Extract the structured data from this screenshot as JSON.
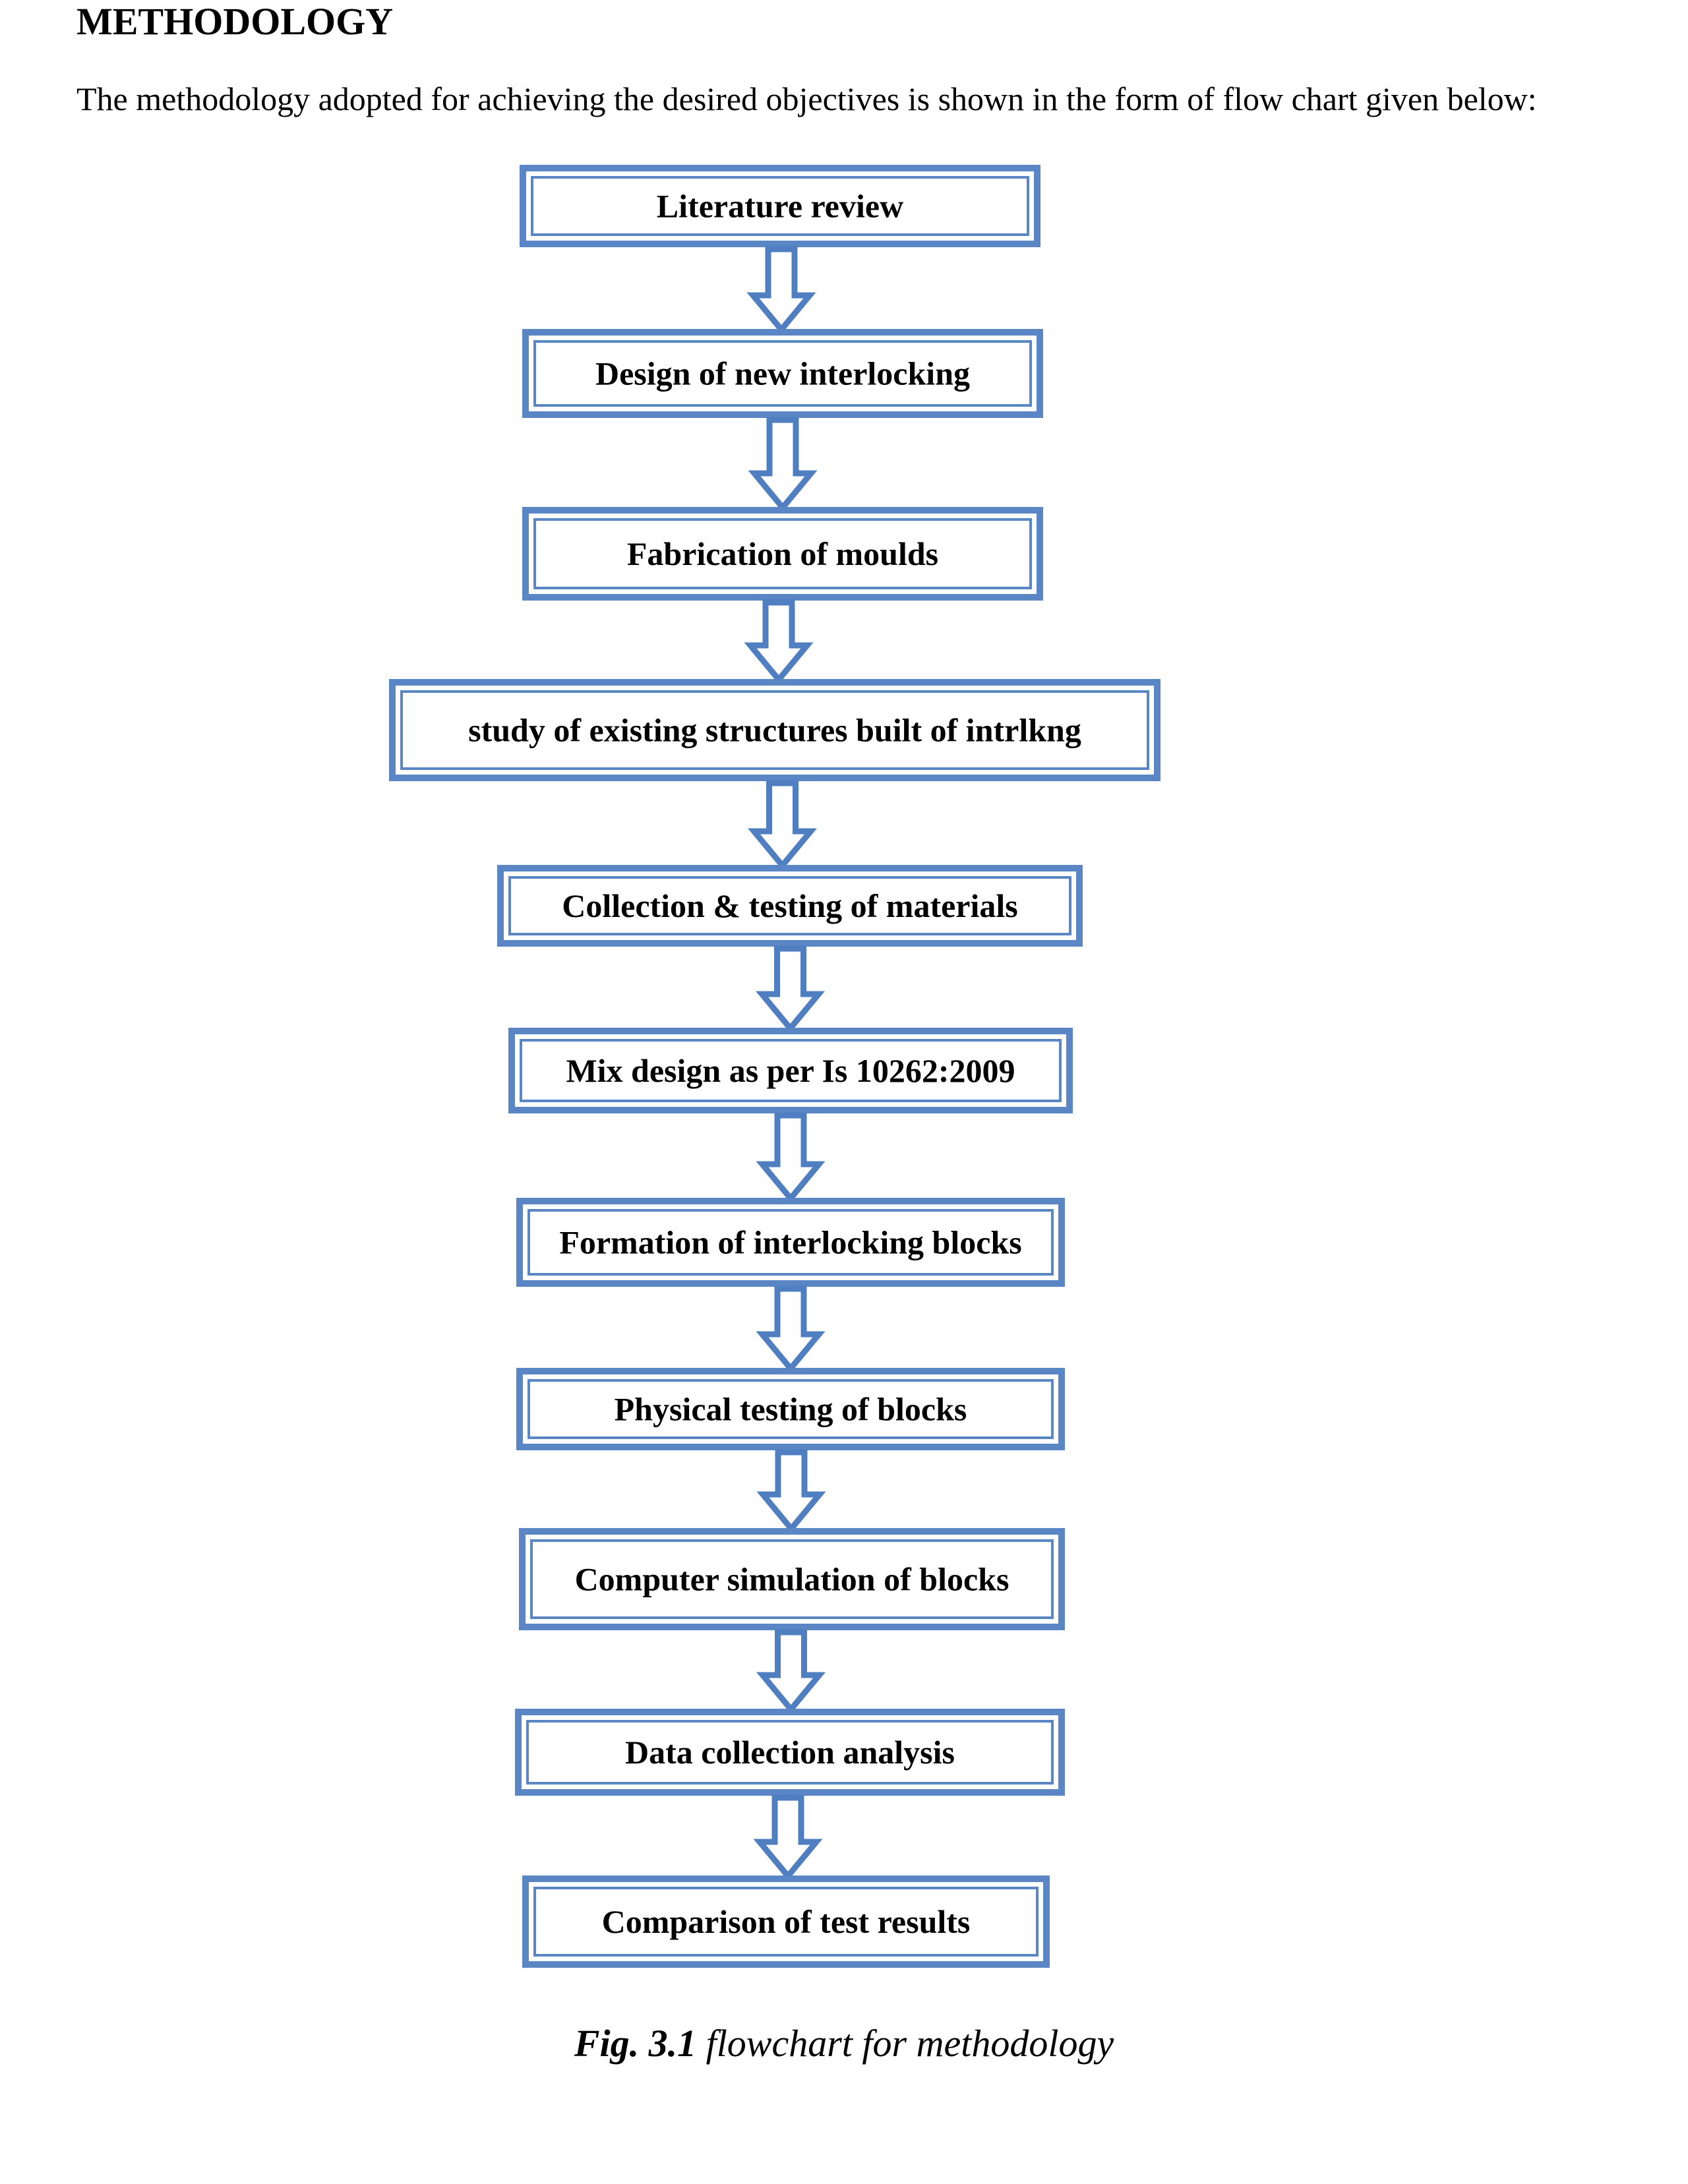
{
  "section": {
    "heading": "METHODOLOGY",
    "intro": "The methodology adopted for achieving the desired objectives is shown in the form of flow chart given below:"
  },
  "flowchart": {
    "steps": [
      "Literature review",
      "Design of new interlocking",
      "Fabrication of moulds",
      "study of existing structures built of intrlkng",
      "Collection & testing of materials",
      "Mix design as per Is 10262:2009",
      "Formation of interlocking blocks",
      "Physical testing of blocks",
      "Computer simulation of blocks",
      "Data collection analysis",
      "Comparison of test results"
    ],
    "colors": {
      "border": "#5a86c5",
      "arrow": "#4f7fc0",
      "fill": "#ffffff"
    }
  },
  "caption": {
    "label": "Fig. 3.1",
    "text": " flowchart for methodology"
  }
}
